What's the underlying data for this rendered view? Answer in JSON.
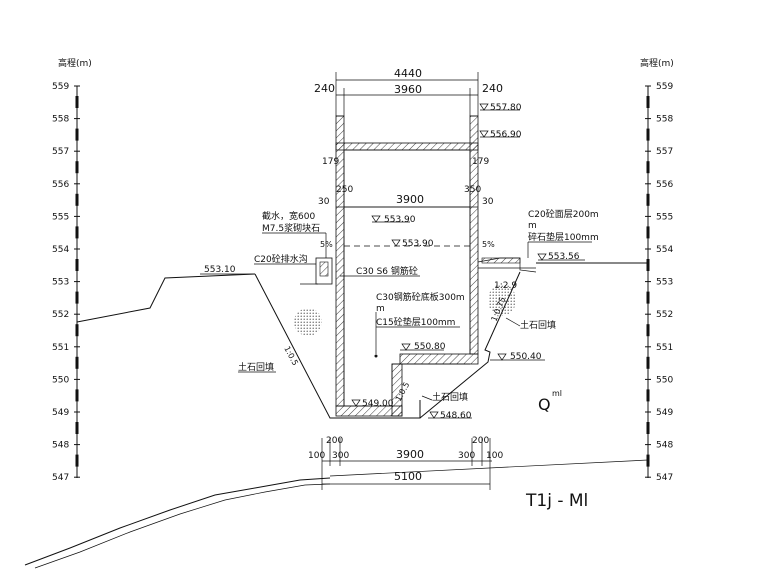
{
  "left_axis": {
    "title": "高程(m)",
    "ticks": [
      "559",
      "558",
      "557",
      "556",
      "555",
      "554",
      "553",
      "552",
      "551",
      "550",
      "549",
      "548",
      "547"
    ]
  },
  "right_axis": {
    "title": "高程(m)",
    "ticks": [
      "559",
      "558",
      "557",
      "556",
      "555",
      "554",
      "553",
      "552",
      "551",
      "550",
      "549",
      "548",
      "547"
    ]
  },
  "top_dims": {
    "overall": "4440",
    "inner": "3960",
    "wall_left": "240",
    "wall_right": "240",
    "mid": "3900",
    "d179_left": "179",
    "d179_right": "179",
    "d30_left": "30",
    "d30_right": "30",
    "d250": "250",
    "d350": "350"
  },
  "bottom_dims": {
    "d100_left": "100",
    "d200_left": "200",
    "d300_left": "300",
    "d3900": "3900",
    "d300_right": "300",
    "d200_right": "200",
    "d100_right": "100",
    "overall": "5100"
  },
  "elevations": {
    "e557_80": "557.80",
    "e556_90": "556.90",
    "e553_90_a": "553.90",
    "e553_90_b": "553.90",
    "e553_10": "553.10",
    "e553_56": "553.56",
    "e550_80": "550.80",
    "e550_40": "550.40",
    "e549_00": "549.00",
    "e548_60": "548.60"
  },
  "labels": {
    "masonry_1": "截水，宽600",
    "masonry_2": "M7.5浆砌块石",
    "drain": "C20砼排水沟",
    "c30_s6": "C30 S6 钢筋砼",
    "c30_base_1": "C30钢筋砼底板300m",
    "c30_base_2": "m",
    "c15": "C15砼垫层100mm",
    "c20_right_1": "C20砼面层200m",
    "c20_right_2": "m",
    "gravel": "碎石垫层100mm",
    "slope_5pct_left": "5%",
    "slope_5pct_right": "5%",
    "ratio_1729": "1:2.9",
    "ratio_105_left": "1:0.5",
    "ratio_105_right": "1:0.5",
    "ratio_1075": "1:0.75",
    "backfill_left": "土石回填",
    "backfill_right": "土石回填",
    "backfill_bottom": "土石回填",
    "q_symbol": "Q",
    "q_sup": "ml",
    "strata": "T1j - Ml"
  }
}
